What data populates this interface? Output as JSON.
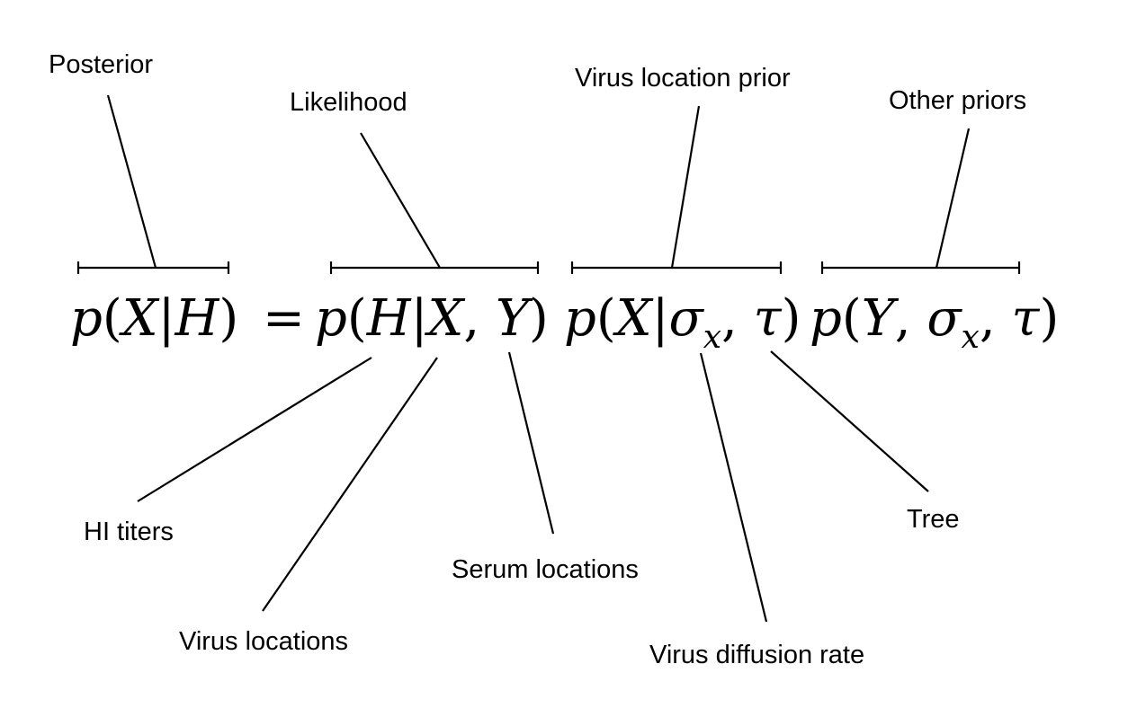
{
  "labels": {
    "posterior": "Posterior",
    "likelihood": "Likelihood",
    "virus_location_prior": "Virus location prior",
    "other_priors": "Other priors",
    "hi_titers": "HI titers",
    "virus_locations": "Virus locations",
    "serum_locations": "Serum locations",
    "virus_diffusion_rate": "Virus diffusion rate",
    "tree": "Tree"
  },
  "equation": {
    "p": "p",
    "lparen": "(",
    "rparen": ")",
    "bar": "|",
    "comma": ",",
    "equals": "=",
    "X": "X",
    "H": "H",
    "Y": "Y",
    "sigma": "σ",
    "x_sub": "x",
    "tau": "τ"
  },
  "colors": {
    "line": "#000000",
    "text": "#000000",
    "background": "#ffffff"
  }
}
